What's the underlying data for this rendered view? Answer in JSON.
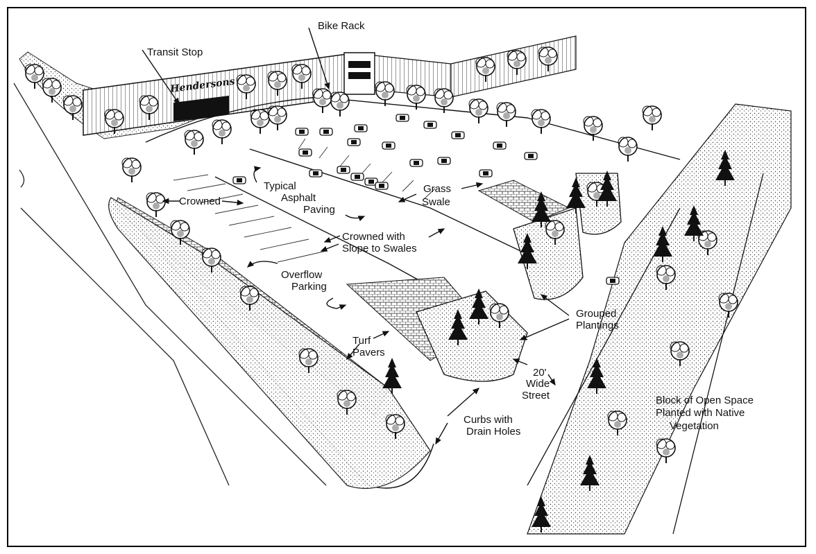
{
  "store_sign": "Hendersons",
  "labels": {
    "transit_stop": "Transit Stop",
    "bike_rack": "Bike Rack",
    "typical": "Typical",
    "asphalt": "Asphalt",
    "paving": "Paving",
    "crowned": "Crowned",
    "grass": "Grass",
    "swale": "Swale",
    "crowned_with": "Crowned with",
    "slope_to_swales": "Slope to Swales",
    "overflow": "Overflow",
    "parking": "Parking",
    "turf": "Turf",
    "pavers": "Pavers",
    "grouped": "Grouped",
    "plantings": "Plantings",
    "wide_20": "20'",
    "wide": "Wide",
    "street": "Street",
    "curbs_with": "Curbs with",
    "drain_holes": "Drain Holes",
    "block_of_open_space": "Block of Open Space",
    "planted_with_native": "Planted with Native",
    "vegetation": "Vegetation"
  }
}
